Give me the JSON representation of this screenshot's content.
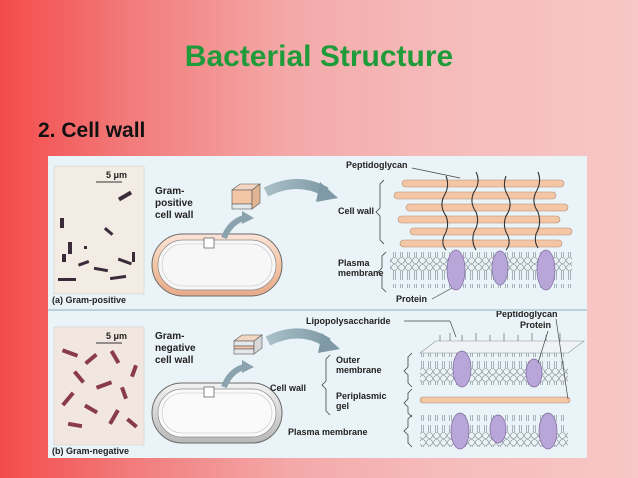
{
  "slide": {
    "title": "Bacterial Structure",
    "subtitle": "2.  Cell wall"
  },
  "gram_positive": {
    "scale": "5 μm",
    "label_line1": "Gram-",
    "label_line2": "positive",
    "label_line3": "cell wall",
    "peptidoglycan": "Peptidoglycan",
    "cell_wall": "Cell wall",
    "plasma_line1": "Plasma",
    "plasma_line2": "membrane",
    "protein": "Protein",
    "caption": "(a) Gram-positive"
  },
  "gram_negative": {
    "scale": "5 μm",
    "label_line1": "Gram-",
    "label_line2": "negative",
    "label_line3": "cell wall",
    "lipopolysaccharide": "Lipopolysaccharide",
    "peptidoglycan": "Peptidoglycan",
    "protein": "Protein",
    "outer_line1": "Outer",
    "outer_line2": "membrane",
    "cell_wall": "Cell wall",
    "periplasmic_line1": "Periplasmic",
    "periplasmic_line2": "gel",
    "plasma_membrane": "Plasma membrane",
    "caption": "(b) Gram-negative"
  },
  "colors": {
    "title": "#1f9b3a",
    "figure_bg": "#eaf3f7",
    "peptidoglycan": "#f3c6a6",
    "protein": "#b9a6d8",
    "micrograph_pos_bg": "#f3ece4",
    "micrograph_neg_bg": "#f1e6e0"
  }
}
